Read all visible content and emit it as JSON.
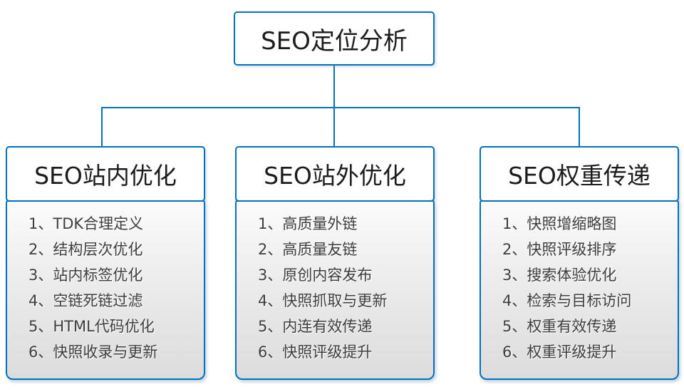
{
  "diagram": {
    "root": {
      "title": "SEO定位分析"
    },
    "branches": [
      {
        "title": "SEO站内优化",
        "items": [
          "1、TDK合理定义",
          "2、结构层次优化",
          "3、站内标签优化",
          "4、空链死链过滤",
          "5、HTML代码优化",
          "6、快照收录与更新"
        ]
      },
      {
        "title": "SEO站外优化",
        "items": [
          "1、高质量外链",
          "2、高质量友链",
          "3、原创内容发布",
          "4、快照抓取与更新",
          "5、内连有效传递",
          "6、快照评级提升"
        ]
      },
      {
        "title": "SEO权重传递",
        "items": [
          "1、快照增缩略图",
          "2、快照评级排序",
          "3、搜索体验优化",
          "4、检索与目标访问",
          "5、权重有效传递",
          "6、权重评级提升"
        ]
      }
    ],
    "colors": {
      "connector": "#0070C0",
      "box_border": "#0070C0",
      "header_text": "#1c1c1c",
      "item_text": "#3d3d3d",
      "panel_gradient_top": "#fbfbfb",
      "panel_gradient_bottom": "#dcdcdc",
      "background": "#ffffff"
    }
  }
}
